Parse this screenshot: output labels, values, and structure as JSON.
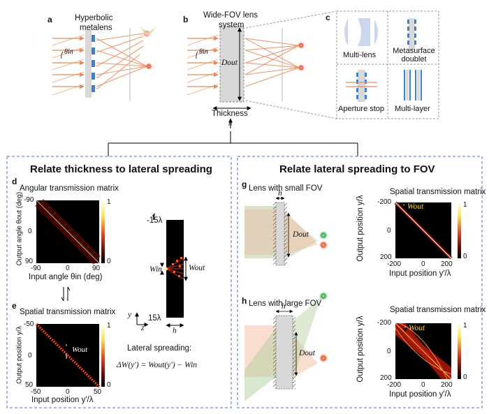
{
  "top": {
    "a": {
      "label": "a",
      "title_line1": "Hyperbolic",
      "title_line2": "metalens",
      "angle": "θin"
    },
    "b": {
      "label": "b",
      "title_line1": "Wide-FOV lens",
      "title_line2": "system",
      "angle": "θin",
      "dout": "Dout",
      "thickness": "Thickness",
      "h": "h"
    },
    "c": {
      "label": "c",
      "cells": [
        "Multi-lens",
        "Metasurface doublet",
        "Aperture stop",
        "Multi-layer"
      ]
    }
  },
  "left_panel": {
    "title": "Relate thickness to lateral spreading",
    "d": {
      "label": "d",
      "title": "Angular transmission matrix",
      "ylabel": "Output angle θout (deg)",
      "xlabel": "Input angle θin (deg)",
      "yticks": [
        "-90",
        "0",
        "90"
      ],
      "xticks": [
        "-90",
        "0",
        "90"
      ],
      "colorbar": [
        "1",
        "0"
      ]
    },
    "e": {
      "label": "e",
      "title": "Spatial transmission matrix",
      "ylabel": "Output position y/λ",
      "xlabel": "Input position y′/λ",
      "yticks": [
        "-50",
        "0",
        "50"
      ],
      "xticks": [
        "-50",
        "0",
        "50"
      ],
      "wout": "Wout",
      "colorbar": [
        "1",
        "0"
      ]
    },
    "f": {
      "label": "f",
      "top": "-15λ",
      "bottom": "15λ",
      "win": "Win",
      "wout": "Wout",
      "h": "h",
      "axis_y": "y",
      "axis_z": "z"
    },
    "lateral_label": "Lateral spreading:",
    "equation": "ΔW(y′) = Wout(y′) − Win"
  },
  "right_panel": {
    "title": "Relate lateral spreading to FOV",
    "g": {
      "label": "g",
      "title": "Lens with small FOV",
      "h": "h",
      "dout": "Dout",
      "matrix_title": "Spatial transmission matrix",
      "ylabel": "Output position y/λ",
      "xlabel": "Input position y′/λ",
      "yticks": [
        "-200",
        "0",
        "200"
      ],
      "xticks": [
        "-200",
        "0",
        "200"
      ],
      "wout": "Wout",
      "colorbar": [
        "1",
        "0"
      ]
    },
    "h": {
      "label": "h",
      "title": "Lens with large FOV",
      "h": "h",
      "dout": "Dout",
      "matrix_title": "Spatial transmission matrix",
      "ylabel": "Output position y/λ",
      "xlabel": "Input position y′/λ",
      "yticks": [
        "-200",
        "0",
        "200"
      ],
      "xticks": [
        "-200",
        "0",
        "200"
      ],
      "wout": "Wout",
      "colorbar": [
        "1",
        "0"
      ]
    }
  },
  "colors": {
    "ray": "#e8875a",
    "accent_blue": "#3d7fd0",
    "dash": "#4a6fbf",
    "lens_gray": "#d8d8d8",
    "green_spot": "#2ea84a",
    "red_spot": "#e4502a"
  }
}
